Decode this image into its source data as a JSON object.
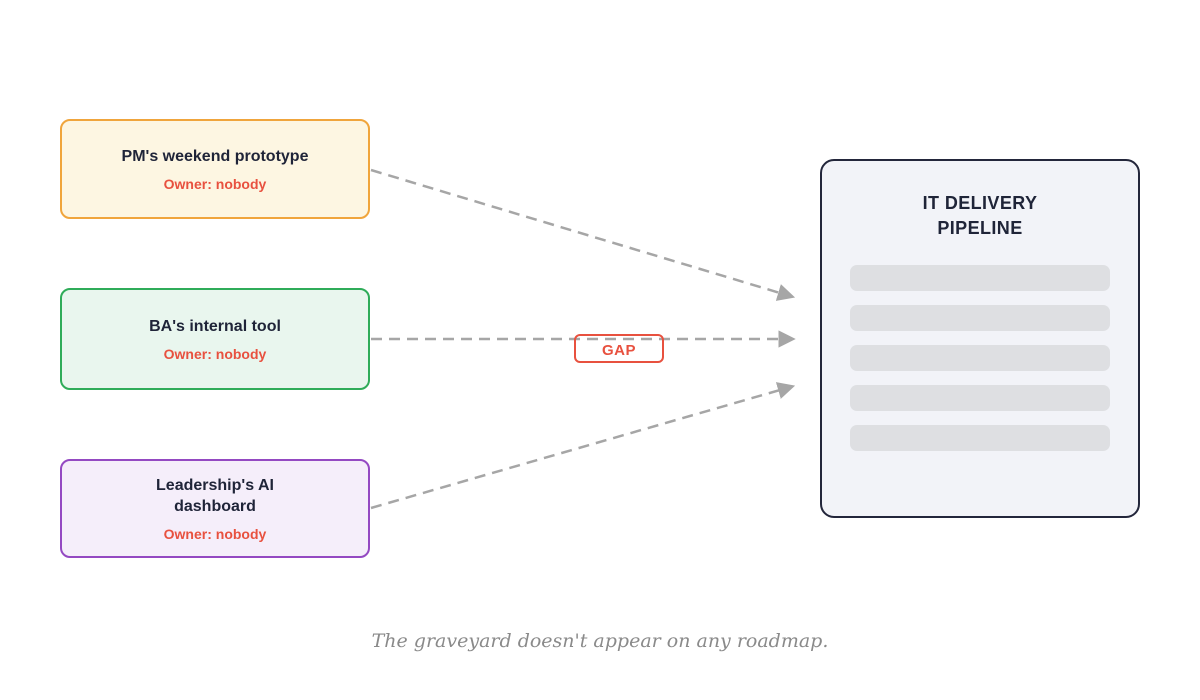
{
  "sources": [
    {
      "title": "PM's weekend prototype",
      "owner": "Owner: nobody",
      "fill": "#fdf6e2",
      "border": "#f0a53c"
    },
    {
      "title": "BA's internal tool",
      "owner": "Owner: nobody",
      "fill": "#e9f6ee",
      "border": "#2fac59"
    },
    {
      "title": "Leadership's AI dashboard",
      "owner": "Owner: nobody",
      "fill": "#f5eefa",
      "border": "#9449c2"
    }
  ],
  "target": {
    "title": "IT DELIVERY PIPELINE",
    "placeholder_row_count": 5,
    "fill": "#f2f3f8",
    "border": "#23263b",
    "bar_fill": "#dedfe2"
  },
  "gap": {
    "label": "GAP",
    "color": "#e8513f"
  },
  "caption": "The graveyard doesn't appear on any roadmap.",
  "colors": {
    "title_text": "#1f2438",
    "owner_text": "#e8513f",
    "arrow_gray": "#a6a6a6",
    "caption_gray": "#8a8a8a",
    "page_background": "#ffffff"
  }
}
